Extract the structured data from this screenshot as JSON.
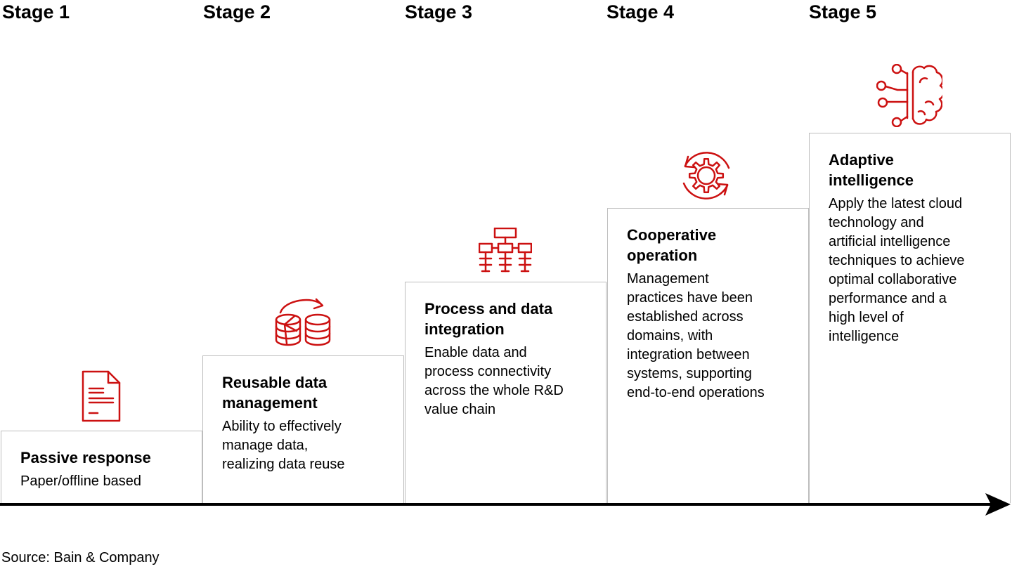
{
  "title": "Five-stage maturity staircase",
  "colors": {
    "accent_red": "#cc1111",
    "border_gray": "#bdbdbd",
    "arrow_black": "#000000",
    "text_black": "#000000",
    "background": "#ffffff"
  },
  "stages": [
    {
      "header": "Stage 1",
      "icon": "document-icon",
      "title": "Passive response",
      "description": "Paper/offline based"
    },
    {
      "header": "Stage 2",
      "icon": "database-reuse-icon",
      "title": "Reusable data\nmanagement",
      "description": "Ability to effectively\nmanage data,\nrealizing data reuse"
    },
    {
      "header": "Stage 3",
      "icon": "hierarchy-icon",
      "title": "Process and data\nintegration",
      "description": "Enable data and\nprocess connectivity\nacross the whole R&D\nvalue chain"
    },
    {
      "header": "Stage 4",
      "icon": "gear-cycle-icon",
      "title": "Cooperative\noperation",
      "description": "Management\npractices have been\nestablished across\ndomains, with\nintegration between\nsystems, supporting\nend-to-end operations"
    },
    {
      "header": "Stage 5",
      "icon": "brain-circuit-icon",
      "title": "Adaptive\nintelligence",
      "description": "Apply the latest cloud\ntechnology and\nartificial intelligence\ntechniques to achieve\noptimal collaborative\nperformance and a\nhigh level of\nintelligence"
    }
  ],
  "source": {
    "text": "Source: Bain & Company"
  }
}
